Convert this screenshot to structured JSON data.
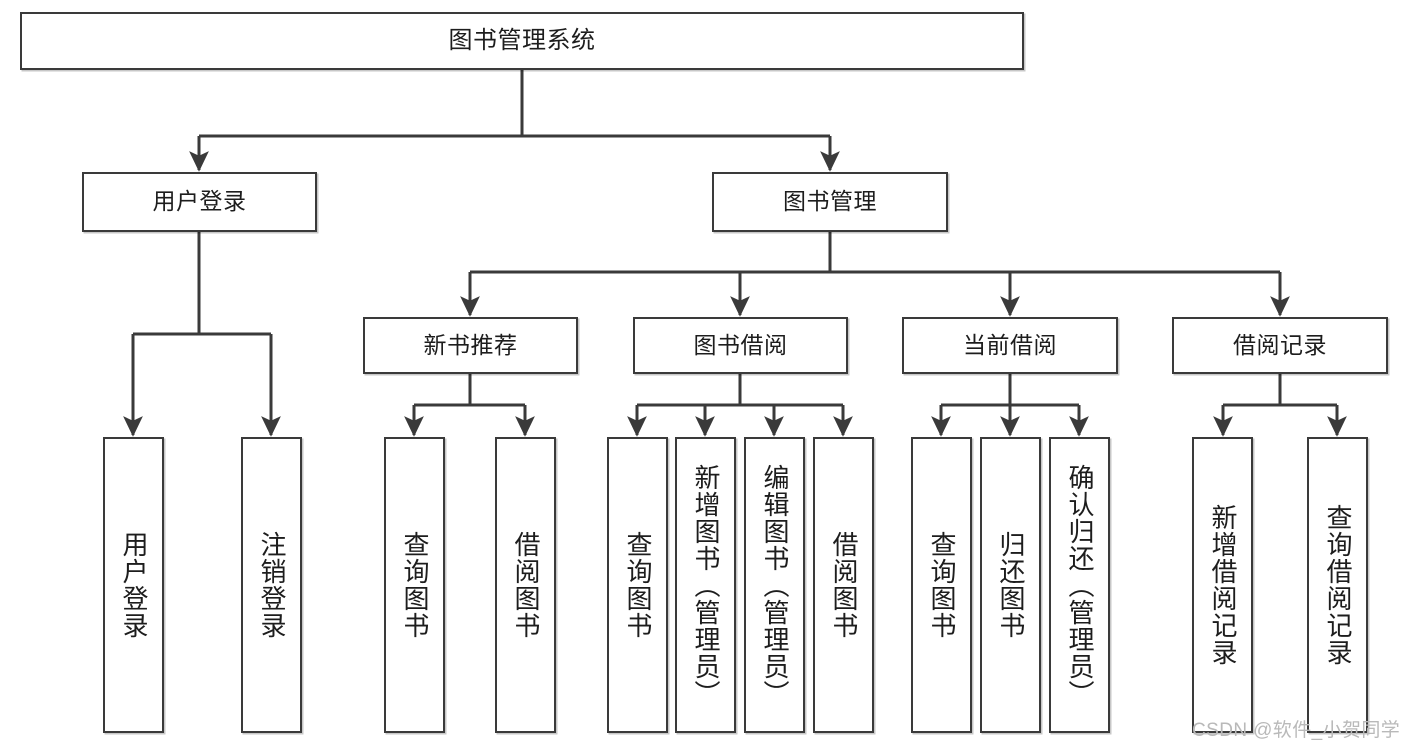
{
  "diagram": {
    "title": "图书管理系统",
    "type": "tree",
    "watermark": "CSDN @软件_小贺同学",
    "colors": {
      "stroke": "#3a3a3a",
      "fill": "#ffffff",
      "text": "#1d1d1d",
      "watermark": "#b9b9b9"
    },
    "nodes": {
      "root": "图书管理系统",
      "level2": [
        "用户登录",
        "图书管理"
      ],
      "level3": [
        "新书推荐",
        "图书借阅",
        "当前借阅",
        "借阅记录"
      ],
      "leaves": {
        "user_login": [
          "用户登录",
          "注销登录"
        ],
        "new_book": [
          "查询图书",
          "借阅图书"
        ],
        "borrow_book": [
          "查询图书",
          "新增图书（管理员）",
          "编辑图书（管理员）",
          "借阅图书"
        ],
        "current_borrow": [
          "查询图书",
          "归还图书",
          "确认归还（管理员）"
        ],
        "borrow_record": [
          "新增借阅记录",
          "查询借阅记录"
        ]
      }
    }
  }
}
